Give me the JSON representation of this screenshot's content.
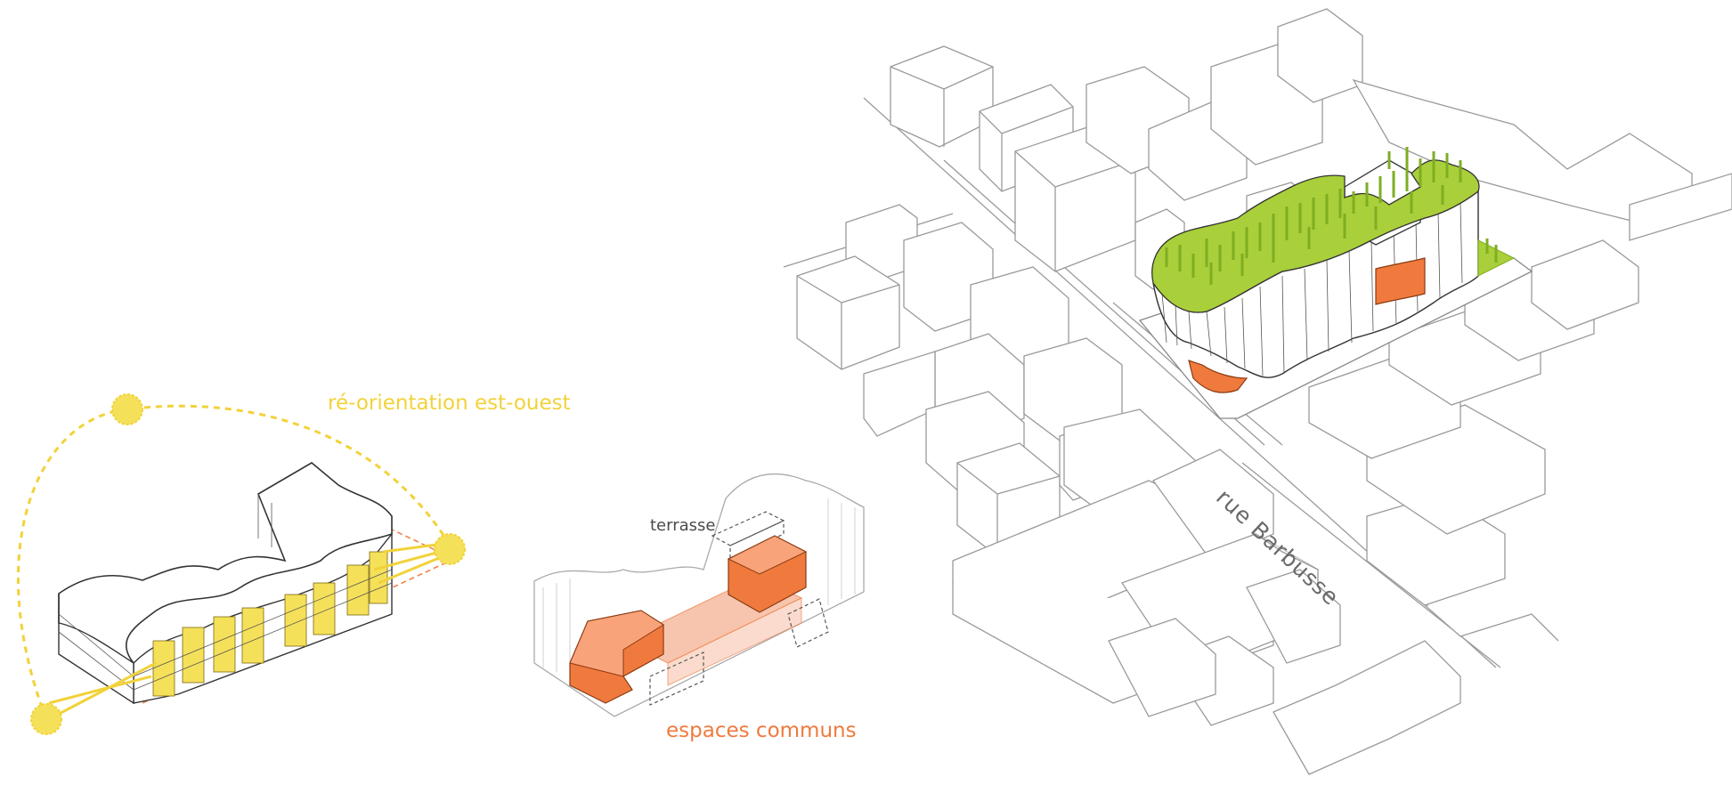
{
  "labels": {
    "sun_orientation": "ré-orientation est-ouest",
    "terrace": "terrasse",
    "common_spaces": "espaces communs",
    "street": "rue Barbusse"
  },
  "colors": {
    "sun": "#f5e05a",
    "sun_stroke": "#f2d23a",
    "orange": "#f07a3e",
    "orange_light": "#f6b79a",
    "green": "#a9cf3a",
    "green_dark": "#7fae22",
    "line": "#9a9a9a",
    "dark_line": "#333333"
  }
}
